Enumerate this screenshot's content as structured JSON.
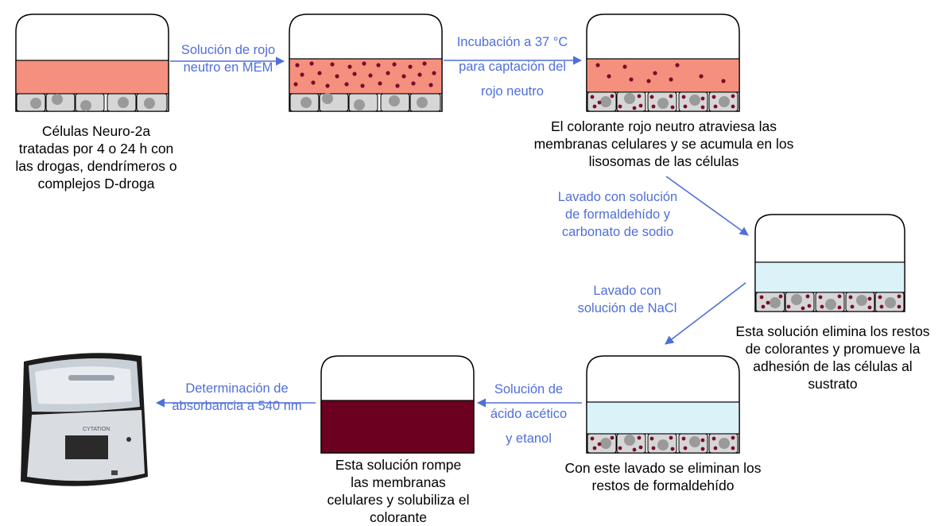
{
  "colors": {
    "arrow": "#4f6fd9",
    "label": "#4f6fd9",
    "medium_red": "#f5907f",
    "dot": "#7a0d2a",
    "cell_fill": "#d6d6d6",
    "nucleus": "#9a9a9a",
    "wash_blue": "#daf2f8",
    "dye_final": "#6b0020",
    "outline": "#000000"
  },
  "captions": {
    "c1": "Células Neuro-2a\ntratadas por 4 o 24 h con\nlas drogas, dendrímeros o\ncomplejos D-droga",
    "c3": "El colorante rojo neutro atraviesa las\nmembranas celulares y se acumula en los\nlisosomas de las células",
    "c4": "Esta solución elimina los restos\nde colorantes y promueve la\nadhesión de las células al\nsustrato",
    "c5": "Con este lavado se eliminan los\nrestos de formaldehído",
    "c6": "Esta solución rompe\nlas membranas\ncelulares y solubiliza el\ncolorante"
  },
  "steps": {
    "s1": "Solución de rojo\nneutro en MEM",
    "s2": "Incubación a 37 °C\npara captación del\nrojo neutro",
    "s3": "Lavado con solución\nde formaldehído y\ncarbonato de sodio",
    "s4": "Lavado con\nsolución de NaCl",
    "s5": "Solución de\nácido acético\ny etanol",
    "s6": "Determinación de\nabsorbancia a 540 nm"
  },
  "reader": {
    "icon": "plate-reader-icon",
    "logo_text": "CYTATION"
  }
}
